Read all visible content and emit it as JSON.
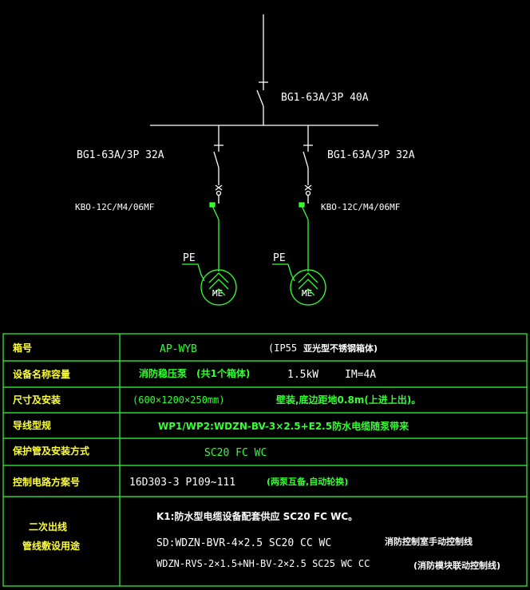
{
  "diagram": {
    "main_breaker": "BG1-63A/3P 40A",
    "left_breaker": "BG1-63A/3P 32A",
    "right_breaker": "BG1-63A/3P 32A",
    "left_kbo": "KBO-12C/M4/06MF",
    "right_kbo": "KBO-12C/M4/06MF",
    "left_pe": "PE",
    "right_pe": "PE",
    "left_motor": "ME",
    "right_motor": "ME"
  },
  "table": {
    "rows": [
      {
        "label": "箱号",
        "values": [
          "AP-WYB",
          "(IP55",
          "亚光型不锈钢箱体)"
        ]
      },
      {
        "label": "设备名称容量",
        "values": [
          "消防稳压泵",
          "(共1个箱体)",
          "1.5kW",
          "IM=4A"
        ]
      },
      {
        "label": "尺寸及安装",
        "values": [
          "(600×1200×250mm)",
          "壁装,底边距地0.8m(上进上出)。"
        ]
      },
      {
        "label": "导线型规",
        "values": [
          "WP1/WP2:WDZN-BV-3×2.5+E2.5防水电缆随泵带来"
        ]
      },
      {
        "label": "保护管及安装方式",
        "values": [
          "SC20 FC WC"
        ]
      },
      {
        "label": "控制电路方案号",
        "values": [
          "16D303-3 P109~111",
          "(两泵互备,自动轮换)"
        ]
      },
      {
        "label": "二次出线",
        "label2": "管线敷设用途",
        "values": [
          "K1:防水型电缆设备配套供应 SC20 FC WC。",
          "SD:WDZN-BVR-4×2.5  SC20 CC WC",
          "消防控制室手动控制线",
          "WDZN-RVS-2×1.5+NH-BV-2×2.5 SC25 WC CC",
          "(消防模块联动控制线)"
        ]
      }
    ]
  },
  "colors": {
    "wire": "#ffffff",
    "branch": "#33ff33",
    "label": "#ffff33",
    "grid": "#33ff33"
  }
}
